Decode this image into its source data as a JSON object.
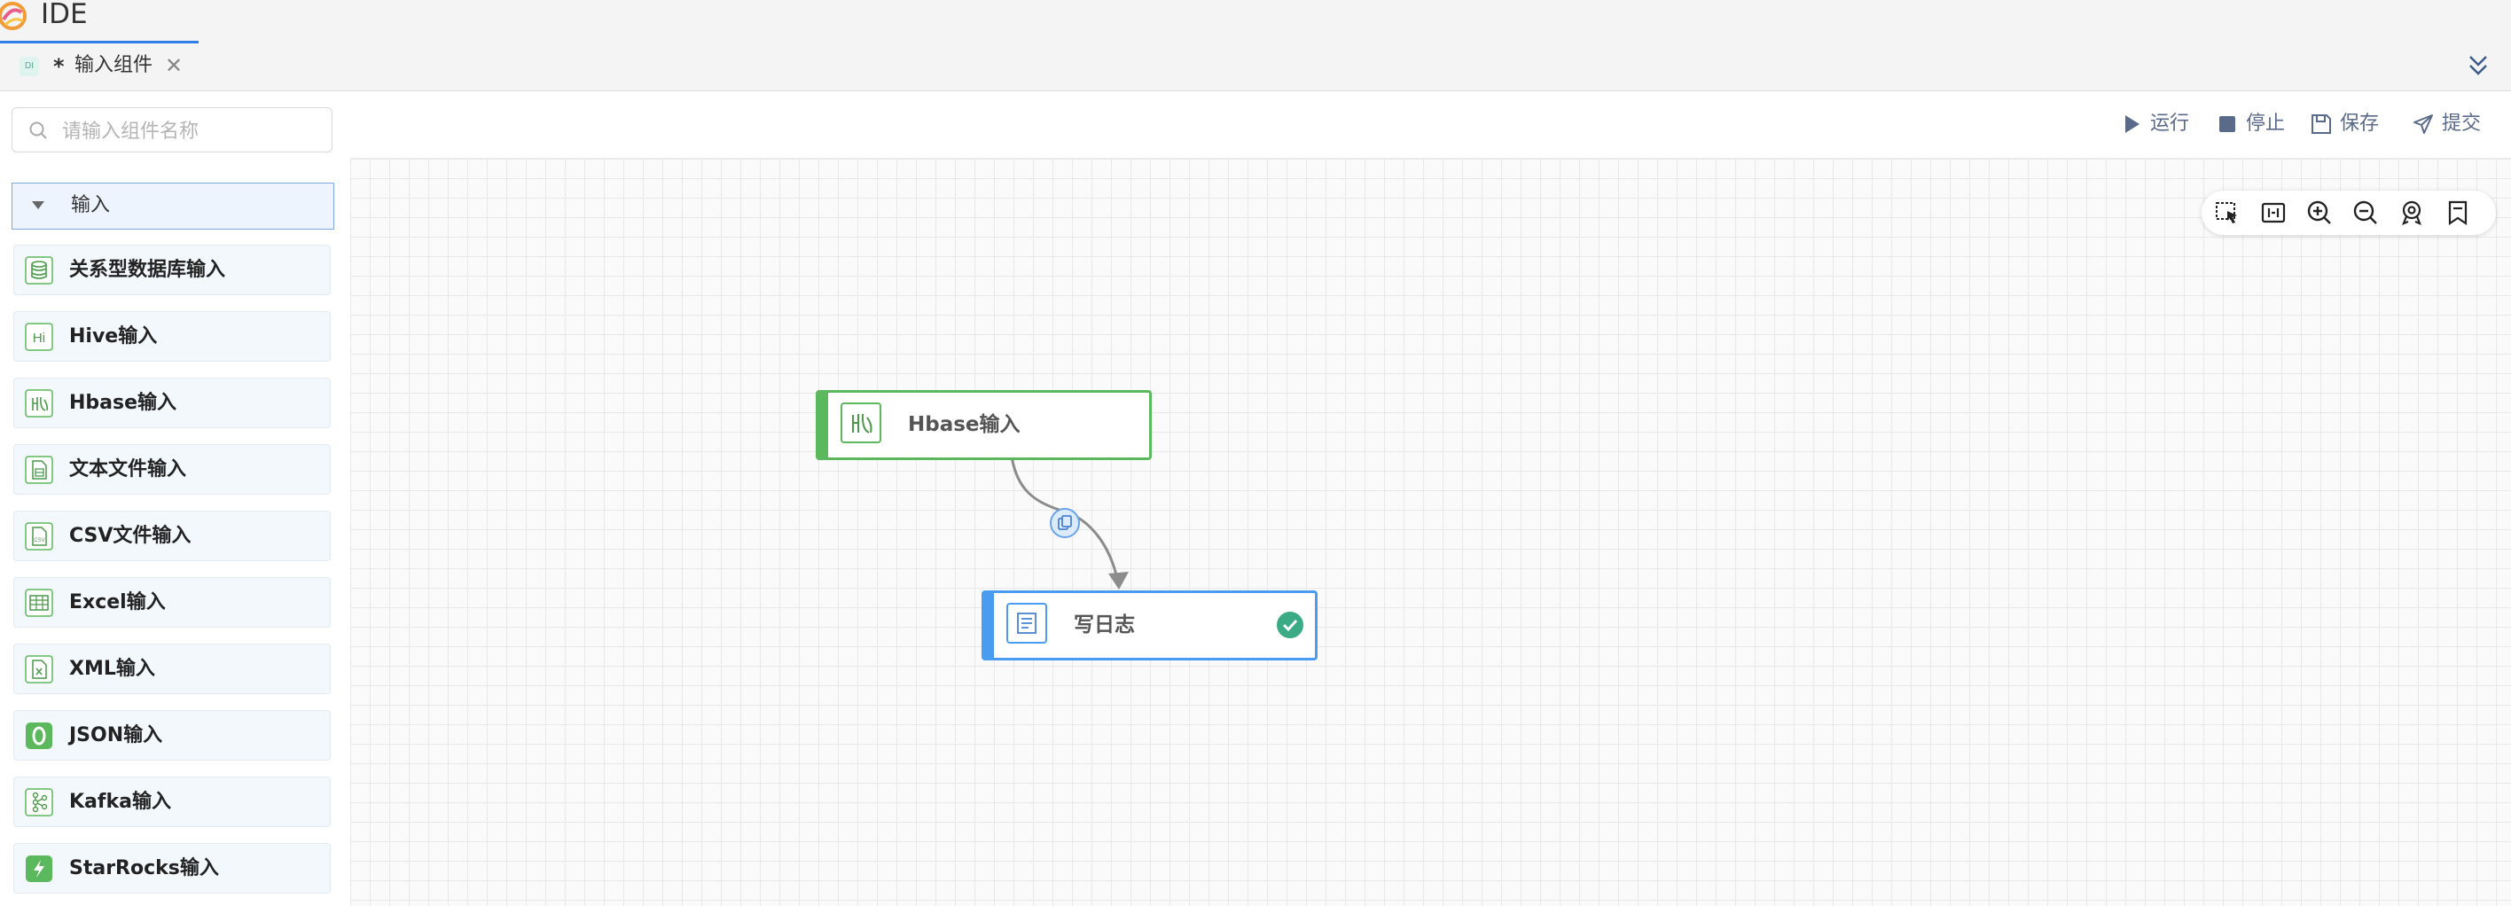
{
  "app": {
    "title": "IDE"
  },
  "tab": {
    "badge": "DI",
    "modified_mark": "*",
    "title": "输入组件",
    "close": "✕"
  },
  "sidebar": {
    "search_placeholder": "请输入组件名称",
    "group_label": "输入",
    "items": [
      {
        "label": "关系型数据库输入",
        "icon": "database-icon"
      },
      {
        "label": "Hive输入",
        "icon": "hive-icon"
      },
      {
        "label": "Hbase输入",
        "icon": "hbase-icon"
      },
      {
        "label": "文本文件输入",
        "icon": "text-file-icon"
      },
      {
        "label": "CSV文件输入",
        "icon": "csv-file-icon"
      },
      {
        "label": "Excel输入",
        "icon": "excel-icon"
      },
      {
        "label": "XML输入",
        "icon": "xml-icon"
      },
      {
        "label": "JSON输入",
        "icon": "json-icon"
      },
      {
        "label": "Kafka输入",
        "icon": "kafka-icon"
      },
      {
        "label": "StarRocks输入",
        "icon": "starrocks-icon"
      }
    ]
  },
  "toolbar": {
    "run": "运行",
    "stop": "停止",
    "save": "保存",
    "submit": "提交"
  },
  "canvas": {
    "nodes": [
      {
        "label": "Hbase输入",
        "icon": "hbase-icon",
        "accent": "#5cb85c"
      },
      {
        "label": "写日志",
        "icon": "log-icon",
        "accent": "#4a9cf0",
        "status": "success"
      }
    ]
  },
  "colors": {
    "accent_blue": "#2f7ee6",
    "node_green": "#5cb85c",
    "node_blue": "#4a9cf0",
    "success": "#3aab84",
    "toolbar_text": "#5a6a8a"
  }
}
